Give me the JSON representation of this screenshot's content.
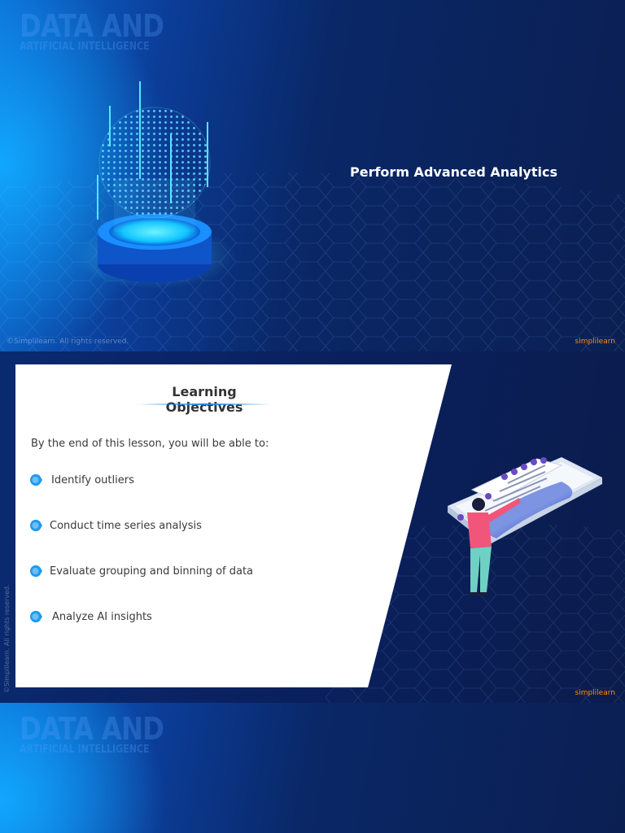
{
  "slide1": {
    "watermark_line1": "DATA AND",
    "watermark_line2": "ARTIFICIAL INTELLIGENCE",
    "title": "Perform Advanced Analytics",
    "copyright": "©Simplilearn. All rights reserved.",
    "brand": "simplilearn"
  },
  "slide2": {
    "card_title": "Learning Objectives",
    "intro": "By the end of this lesson, you will be able to:",
    "objectives": [
      "Identify outliers",
      "Conduct time series analysis",
      "Evaluate grouping and binning of data",
      "Analyze AI insights"
    ],
    "copyright": "©Simplilearn. All rights reserved.",
    "brand": "simplilearn"
  },
  "slide3": {
    "watermark_line1": "DATA AND",
    "watermark_line2": "ARTIFICIAL INTELLIGENCE"
  },
  "colors": {
    "accent": "#1e9bf0",
    "brand": "#ff8a00",
    "title_text": "#ffffff",
    "card_bg": "#ffffff"
  },
  "icons": [
    "hologram-globe-icon",
    "bullet-icon",
    "person-with-phone-icon"
  ]
}
